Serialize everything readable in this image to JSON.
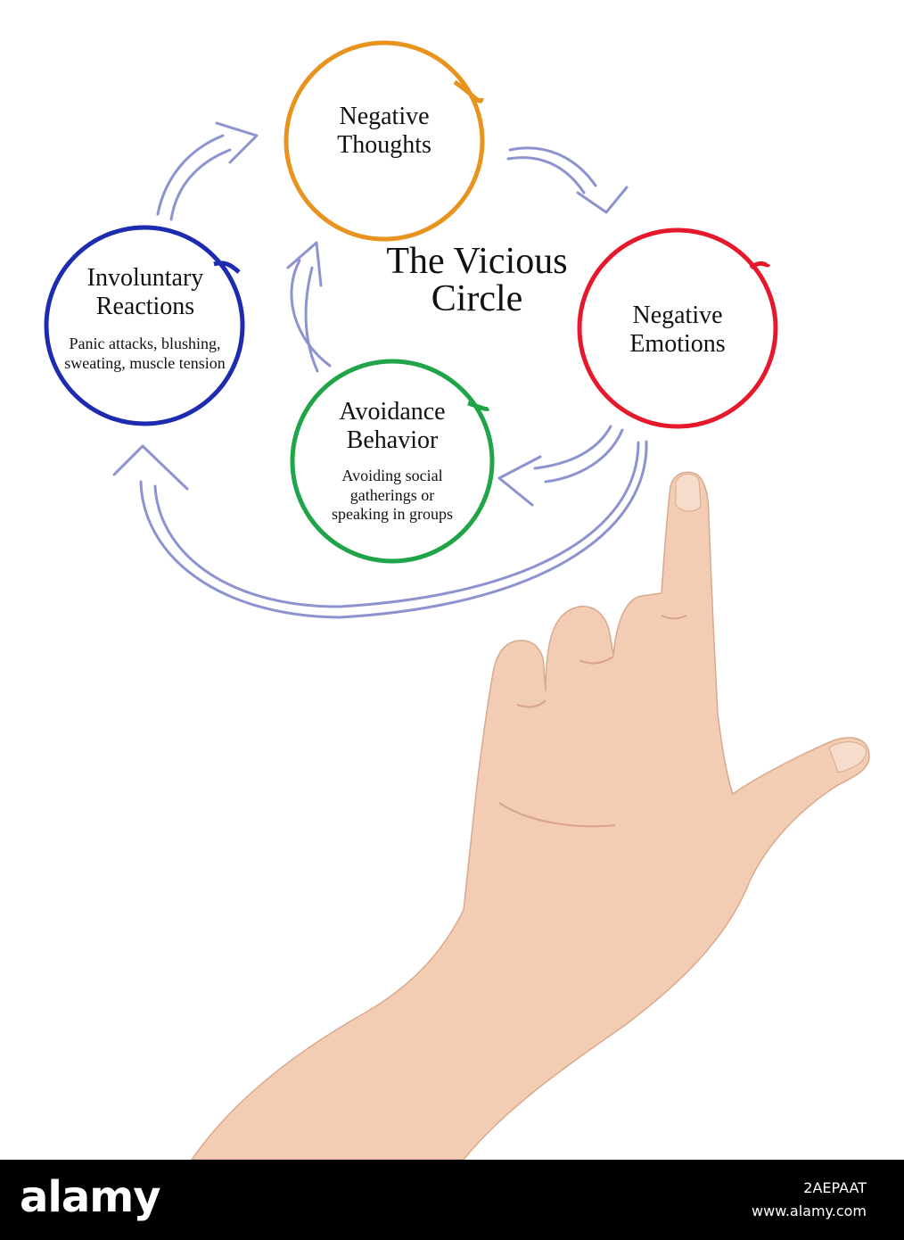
{
  "diagram": {
    "title": "The Vicious Circle",
    "nodes": [
      {
        "id": "negative-thoughts",
        "title": "Negative Thoughts",
        "description": "",
        "color": "#e8931e"
      },
      {
        "id": "negative-emotions",
        "title": "Negative Emotions",
        "description": "",
        "color": "#e5192b"
      },
      {
        "id": "avoidance-behavior",
        "title": "Avoidance Behavior",
        "description": "Avoiding social gatherings or speaking in groups",
        "color": "#1fa447"
      },
      {
        "id": "involuntary-reactions",
        "title": "Involuntary Reactions",
        "description": "Panic attacks, blushing, sweating, muscle tension",
        "color": "#1c2bb0"
      }
    ],
    "arrows": [
      {
        "from": "negative-thoughts",
        "to": "negative-emotions"
      },
      {
        "from": "negative-emotions",
        "to": "avoidance-behavior"
      },
      {
        "from": "negative-emotions",
        "to": "involuntary-reactions"
      },
      {
        "from": "avoidance-behavior",
        "to": "negative-thoughts"
      },
      {
        "from": "involuntary-reactions",
        "to": "negative-thoughts"
      }
    ],
    "arrow_color": "#8c93cf",
    "skin_color": "#f2cdb4"
  },
  "footer": {
    "brand": "alamy",
    "image_id": "2AEPAAT",
    "url": "www.alamy.com"
  }
}
